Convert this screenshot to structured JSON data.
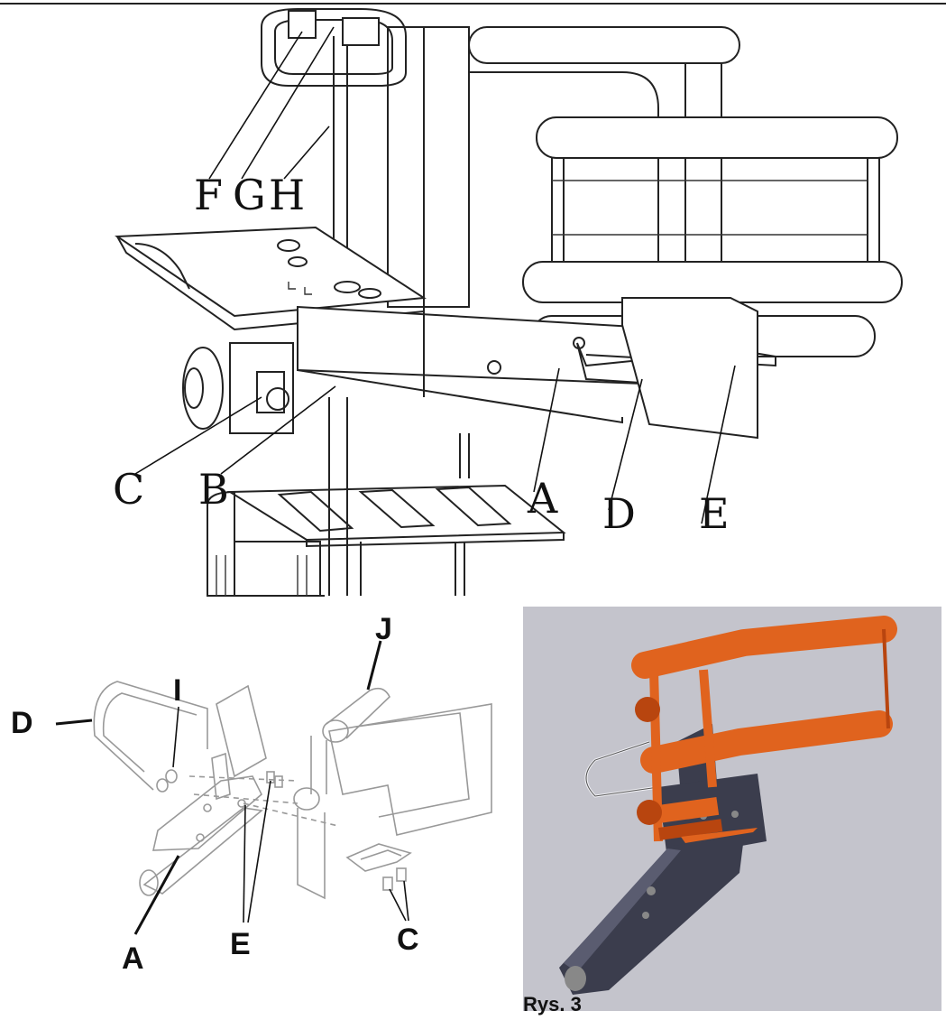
{
  "top_diagram": {
    "labels": [
      {
        "id": "F",
        "text": "F"
      },
      {
        "id": "G",
        "text": "G"
      },
      {
        "id": "H",
        "text": "H"
      },
      {
        "id": "C",
        "text": "C"
      },
      {
        "id": "B",
        "text": "B"
      },
      {
        "id": "A",
        "text": "A"
      },
      {
        "id": "D",
        "text": "D"
      },
      {
        "id": "E",
        "text": "E"
      }
    ]
  },
  "exploded_diagram": {
    "labels": [
      {
        "id": "D",
        "text": "D"
      },
      {
        "id": "I",
        "text": "I"
      },
      {
        "id": "J",
        "text": "J"
      },
      {
        "id": "A",
        "text": "A"
      },
      {
        "id": "E",
        "text": "E"
      },
      {
        "id": "C",
        "text": "C"
      }
    ]
  },
  "render_view": {
    "caption": "Rys. 3",
    "colors": {
      "background": "#c4c4cc",
      "frame": "#e0631e",
      "frame_shade": "#b8450f",
      "bracket": "#3b3d4d",
      "bracket_light": "#5a5c70"
    }
  }
}
